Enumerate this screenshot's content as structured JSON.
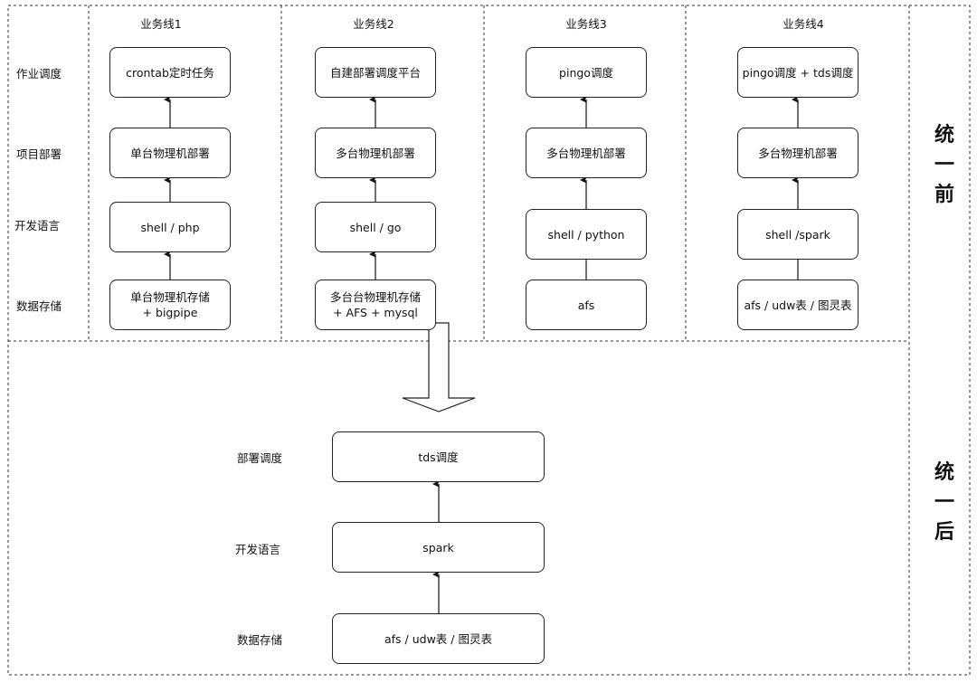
{
  "before": {
    "side_label": [
      "统",
      "一",
      "前"
    ],
    "row_labels": [
      "作业调度",
      "项目部署",
      "开发语言",
      "数据存储"
    ],
    "lanes": [
      {
        "title": "业务线1",
        "boxes": [
          "crontab定时任务",
          "单台物理机部署",
          "shell / php",
          "单台物理机存储\n+ bigpipe"
        ]
      },
      {
        "title": "业务线2",
        "boxes": [
          "自建部署调度平台",
          "多台物理机部署",
          "shell / go",
          "多台台物理机存储\n+ AFS + mysql"
        ]
      },
      {
        "title": "业务线3",
        "boxes": [
          "pingo调度",
          "多台物理机部署",
          "shell / python",
          "afs"
        ]
      },
      {
        "title": "业务线4",
        "boxes": [
          "pingo调度 + tds调度",
          "多台物理机部署",
          "shell /spark",
          "afs / udw表 / 图灵表"
        ]
      }
    ]
  },
  "after": {
    "side_label": [
      "统",
      "一",
      "后"
    ],
    "row_labels": [
      "部署调度",
      "开发语言",
      "数据存储"
    ],
    "boxes": [
      "tds调度",
      "spark",
      "afs / udw表 / 图灵表"
    ]
  }
}
